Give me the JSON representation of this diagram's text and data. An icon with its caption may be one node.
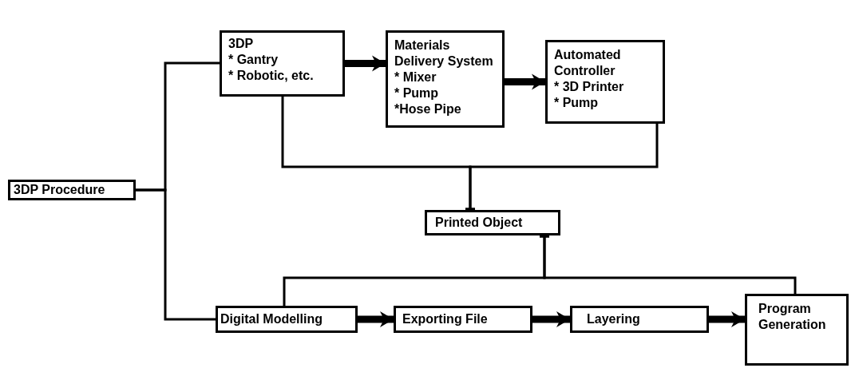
{
  "diagram": {
    "nodes": [
      {
        "text": [
          "3DP Procedure"
        ]
      },
      {
        "text": [
          "3DP",
          "* Gantry",
          "* Robotic, etc."
        ]
      },
      {
        "text": [
          "Materials Delivery System",
          "* Mixer",
          "* Pump",
          "*Hose Pipe"
        ]
      },
      {
        "text": [
          "Automated Controller",
          "* 3D Printer",
          "* Pump"
        ]
      },
      {
        "text": [
          "Printed Object"
        ]
      },
      {
        "text": [
          "Digital Modelling"
        ]
      },
      {
        "text": [
          "Exporting File"
        ]
      },
      {
        "text": [
          "Layering"
        ]
      },
      {
        "text": [
          "Program Generation"
        ]
      }
    ],
    "edges": [
      {
        "from": 0,
        "to": 1,
        "arrow": "none"
      },
      {
        "from": 0,
        "to": 5,
        "arrow": "none"
      },
      {
        "from": 1,
        "to": 2,
        "arrow": "to",
        "style": "thick"
      },
      {
        "from": 2,
        "to": 3,
        "arrow": "to",
        "style": "thick"
      },
      {
        "from": 1,
        "to": 4,
        "arrow": "other"
      },
      {
        "from": 3,
        "to": 4,
        "arrow": "other"
      },
      {
        "from": 5,
        "to": 6,
        "arrow": "to",
        "style": "thick"
      },
      {
        "from": 6,
        "to": 7,
        "arrow": "to",
        "style": "thick"
      },
      {
        "from": 7,
        "to": 8,
        "arrow": "to",
        "style": "thick"
      },
      {
        "from": 5,
        "to": 4,
        "arrow": "other"
      },
      {
        "from": 8,
        "to": 4,
        "arrow": "other"
      }
    ]
  }
}
